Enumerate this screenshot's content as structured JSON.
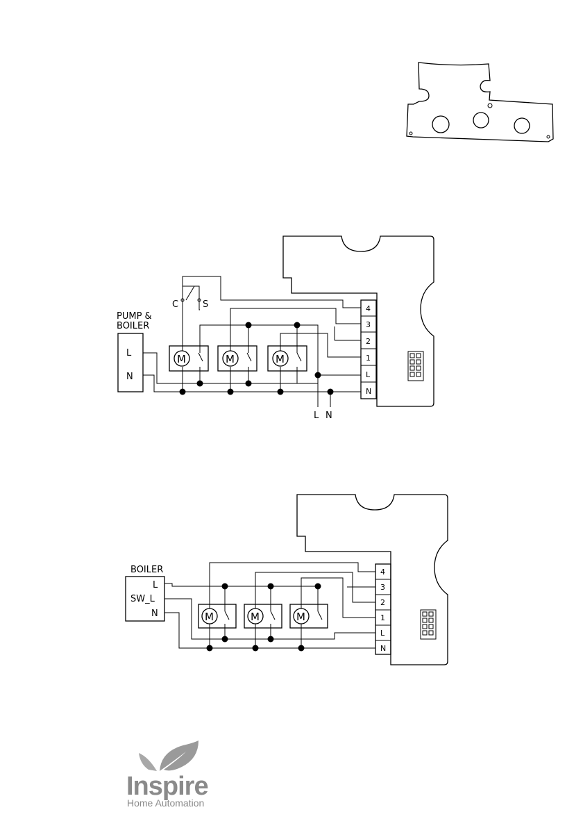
{
  "diagram1": {
    "appliance_title_line1": "PUMP &",
    "appliance_title_line2": "BOILER",
    "appliance_terminal_l": "L",
    "appliance_terminal_n": "N",
    "switch_c": "C",
    "switch_s": "S",
    "motor_label": "M",
    "terminals": [
      "4",
      "3",
      "2",
      "1",
      "L",
      "N"
    ],
    "mains_l": "L",
    "mains_n": "N"
  },
  "diagram2": {
    "appliance_title": "BOILER",
    "appliance_terminal_l": "L",
    "appliance_terminal_swl": "SW_L",
    "appliance_terminal_n": "N",
    "motor_label": "M",
    "terminals": [
      "4",
      "3",
      "2",
      "1",
      "L",
      "N"
    ]
  },
  "logo": {
    "name": "Inspire",
    "tagline": "Home Automation"
  }
}
